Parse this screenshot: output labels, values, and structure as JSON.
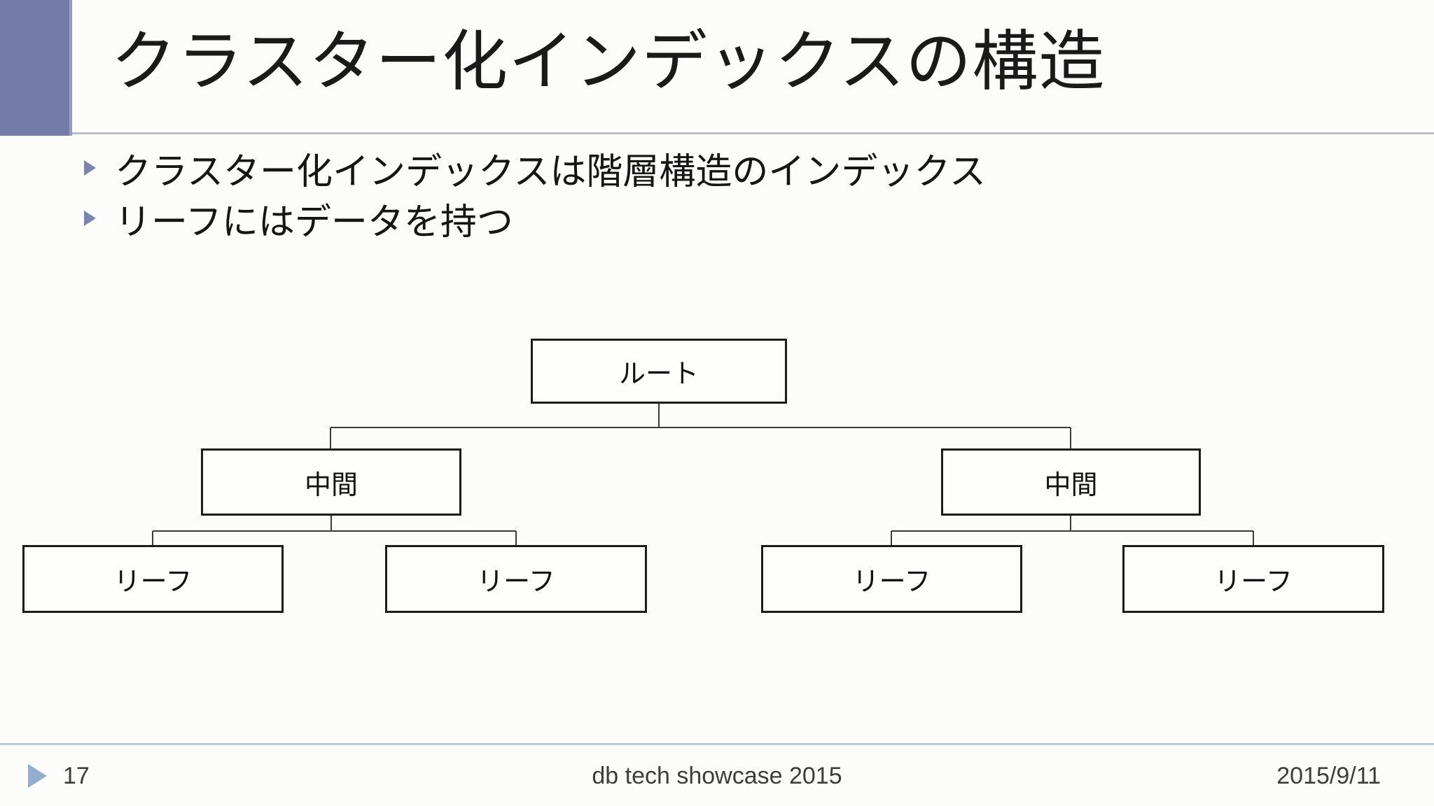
{
  "slide": {
    "title": "クラスター化インデックスの構造",
    "bullets": [
      {
        "text": "クラスター化インデックスは階層構造のインデックス"
      },
      {
        "text": "リーフにはデータを持つ"
      }
    ],
    "diagram": {
      "type": "tree",
      "description": "B-tree structure of a clustered index: one root, two intermediate nodes, four leaf nodes",
      "nodes": {
        "root": {
          "label": "ルート",
          "level": 0,
          "parent": null
        },
        "mid_left": {
          "label": "中間",
          "level": 1,
          "parent": "root"
        },
        "mid_right": {
          "label": "中間",
          "level": 1,
          "parent": "root"
        },
        "leaf_1": {
          "label": "リーフ",
          "level": 2,
          "parent": "mid_left"
        },
        "leaf_2": {
          "label": "リーフ",
          "level": 2,
          "parent": "mid_left"
        },
        "leaf_3": {
          "label": "リーフ",
          "level": 2,
          "parent": "mid_right"
        },
        "leaf_4": {
          "label": "リーフ",
          "level": 2,
          "parent": "mid_right"
        }
      }
    },
    "footer": {
      "page_number": "17",
      "event": "db tech showcase 2015",
      "date": "2015/9/11"
    },
    "colors": {
      "accent_block": "#737CA9",
      "accent_block_edge": "#959CC4",
      "bullet_marker": "#7C84B0",
      "title_rule": "#B7C0C7",
      "footer_rule": "#BCCBD8",
      "footer_marker": "#93AECB",
      "body_text": "#151515",
      "footer_text": "#3D3D3D",
      "node_border": "#1B1B1B",
      "connector": "#3A3A3A",
      "background": "#FCFCFB"
    }
  }
}
